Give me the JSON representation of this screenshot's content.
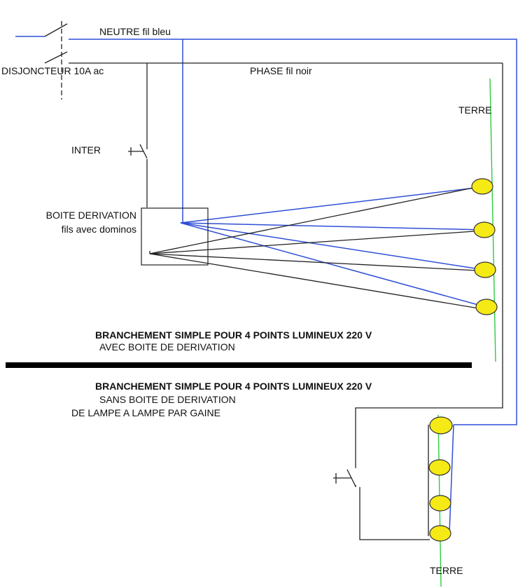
{
  "labels": {
    "neutre": "NEUTRE fil bleu",
    "disjoncteur": "DISJONCTEUR 10A ac",
    "phase": "PHASE fil noir",
    "terre_top": "TERRE",
    "inter": "INTER",
    "boite_line1": "BOITE DERIVATION",
    "boite_line2": "fils avec dominos",
    "title1_bold": "BRANCHEMENT SIMPLE POUR 4 POINTS LUMINEUX 220 V",
    "title1_sub": "AVEC BOITE DE DERIVATION",
    "title2_bold": "BRANCHEMENT SIMPLE POUR 4 POINTS LUMINEUX 220 V",
    "title2_sub1": "SANS BOITE DE DERIVATION",
    "title2_sub2": "DE LAMPE A LAMPE PAR GAINE",
    "terre_bottom": "TERRE"
  },
  "colors": {
    "neutral_wire": "#2f4fd6",
    "phase_wire": "#222222",
    "earth_wire": "#2ecc40",
    "lamp_fill": "#f5e916",
    "lamp_stroke": "#333333"
  }
}
